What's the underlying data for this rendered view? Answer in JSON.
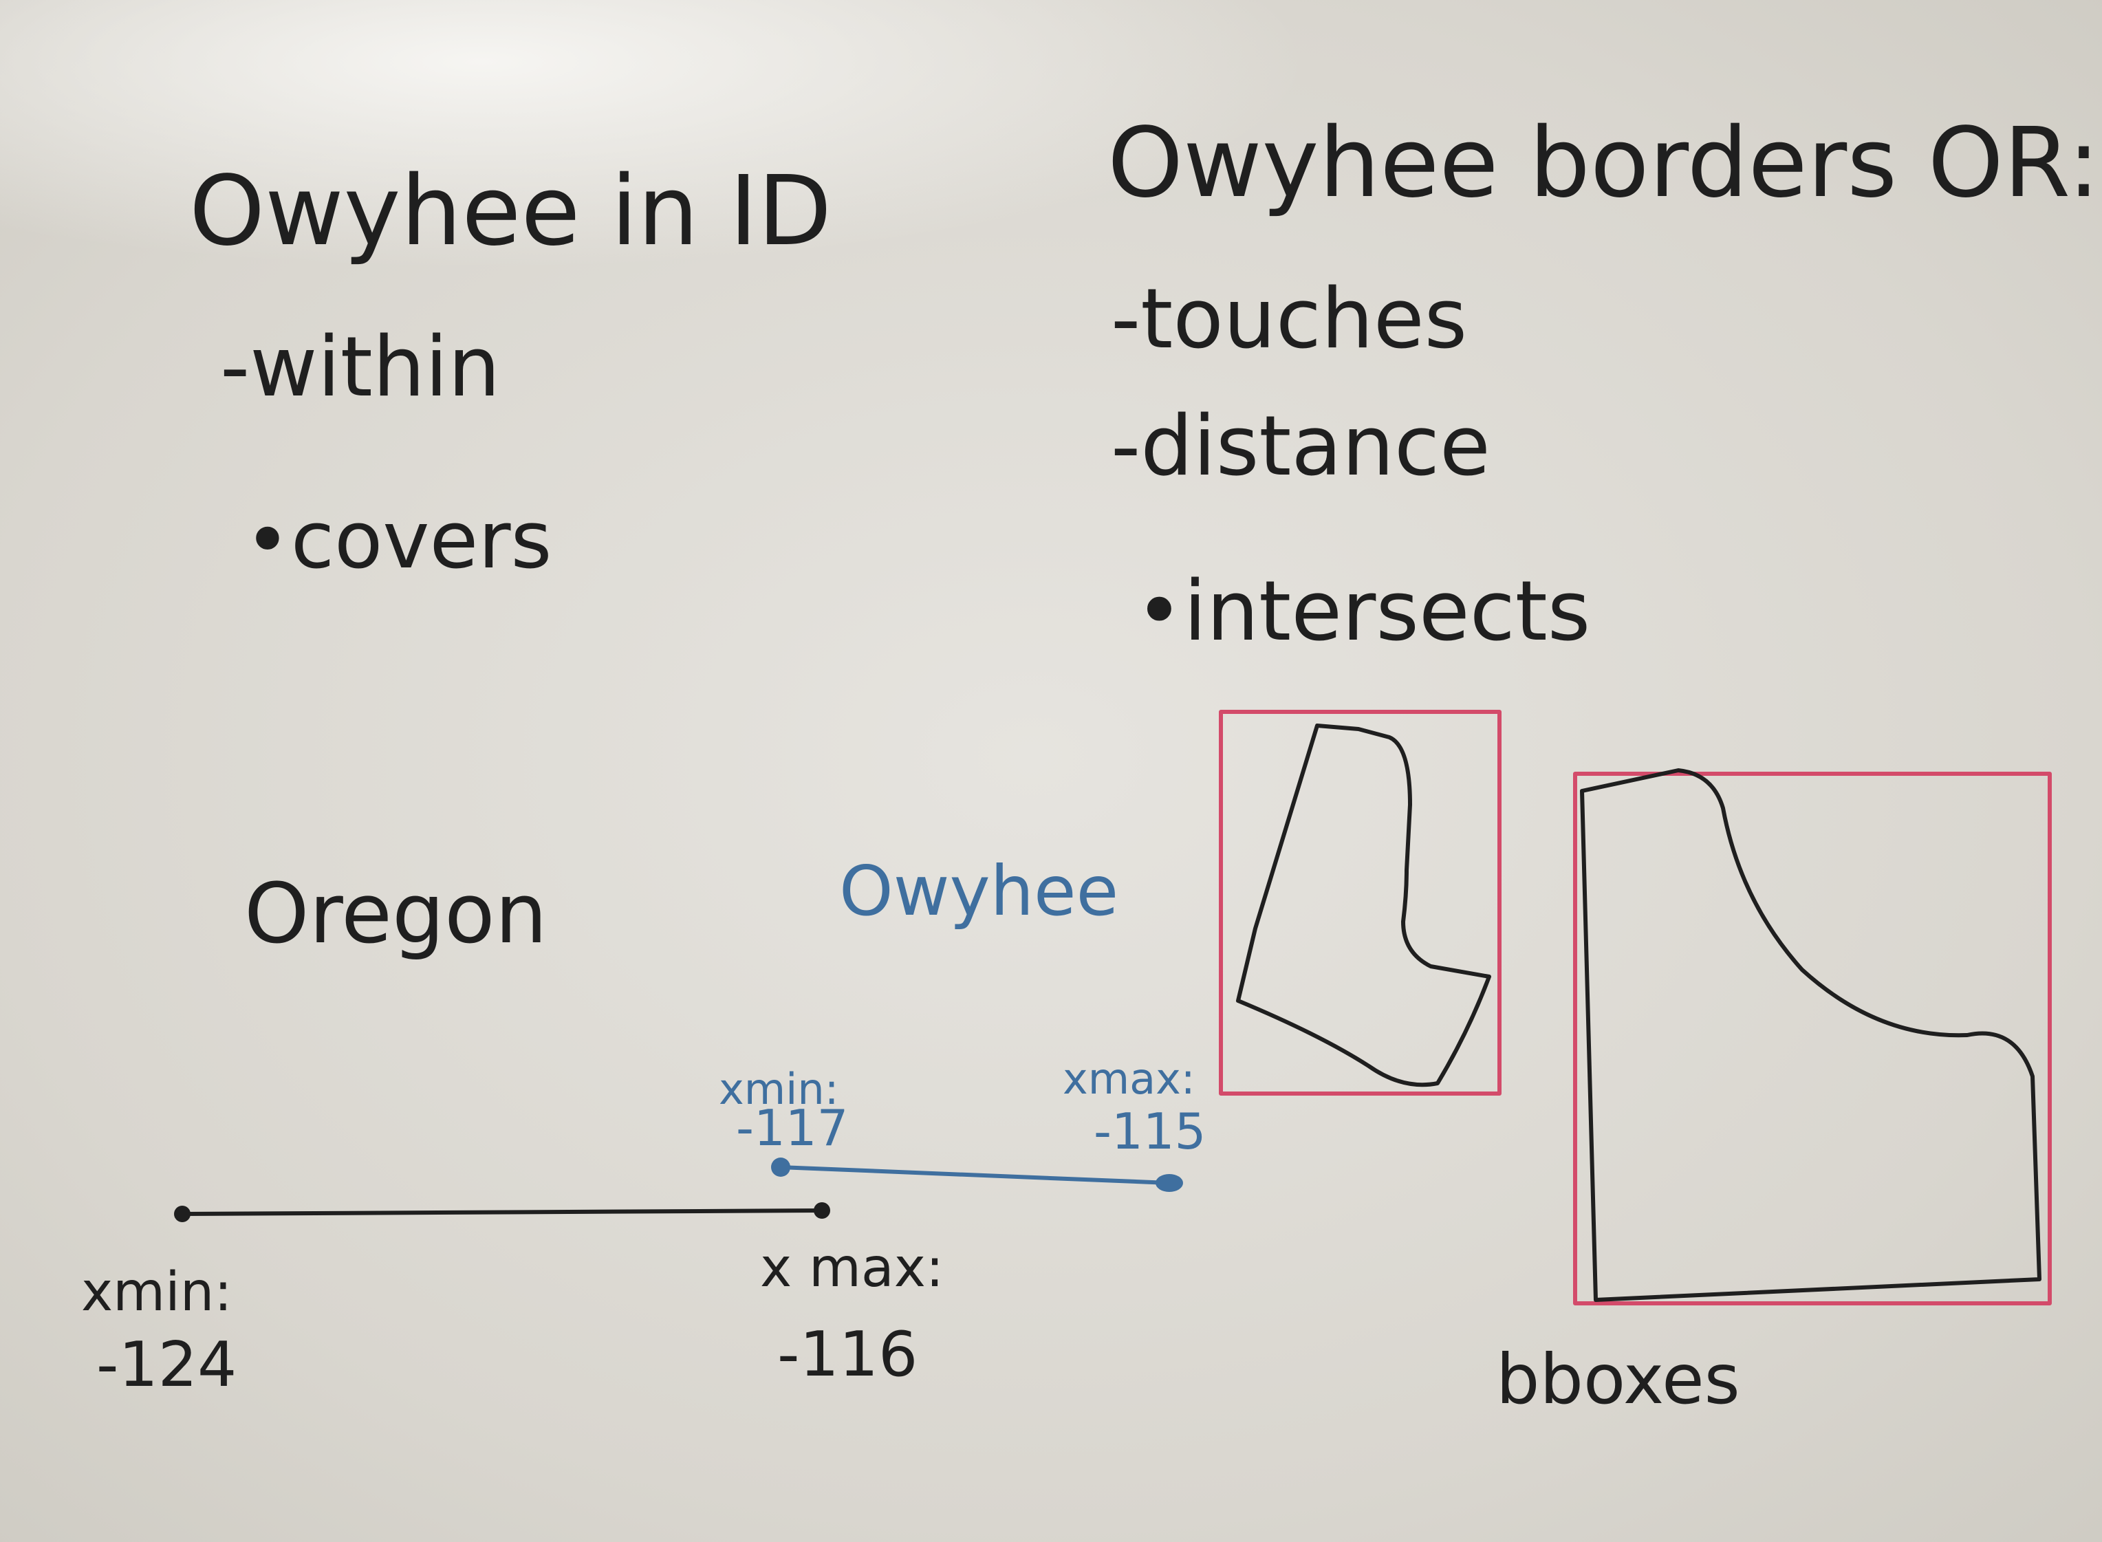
{
  "board": {
    "left_title": "Owyhee in ID",
    "left_items": [
      "-within",
      "•covers"
    ],
    "right_title": "Owyhee borders OR:",
    "right_items": [
      "-touches",
      "-distance",
      "•intersects"
    ],
    "oregon_label": "Oregon",
    "owyhee_label": "Owyhee",
    "oregon_xmin_label": "xmin:",
    "oregon_xmin_value": "-124",
    "oregon_xmax_label": "x max:",
    "oregon_xmax_value": "-116",
    "owyhee_xmin_label": "xmin:",
    "owyhee_xmin_value": "-117",
    "owyhee_xmax_label": "xmax:",
    "owyhee_xmax_value": "-115",
    "bboxes_label": "bboxes"
  },
  "colors": {
    "black_marker": "#1f1f1f",
    "blue_marker": "#3f6f9f",
    "red_marker": "#d34b6a",
    "whiteboard": "#e6e4df"
  }
}
